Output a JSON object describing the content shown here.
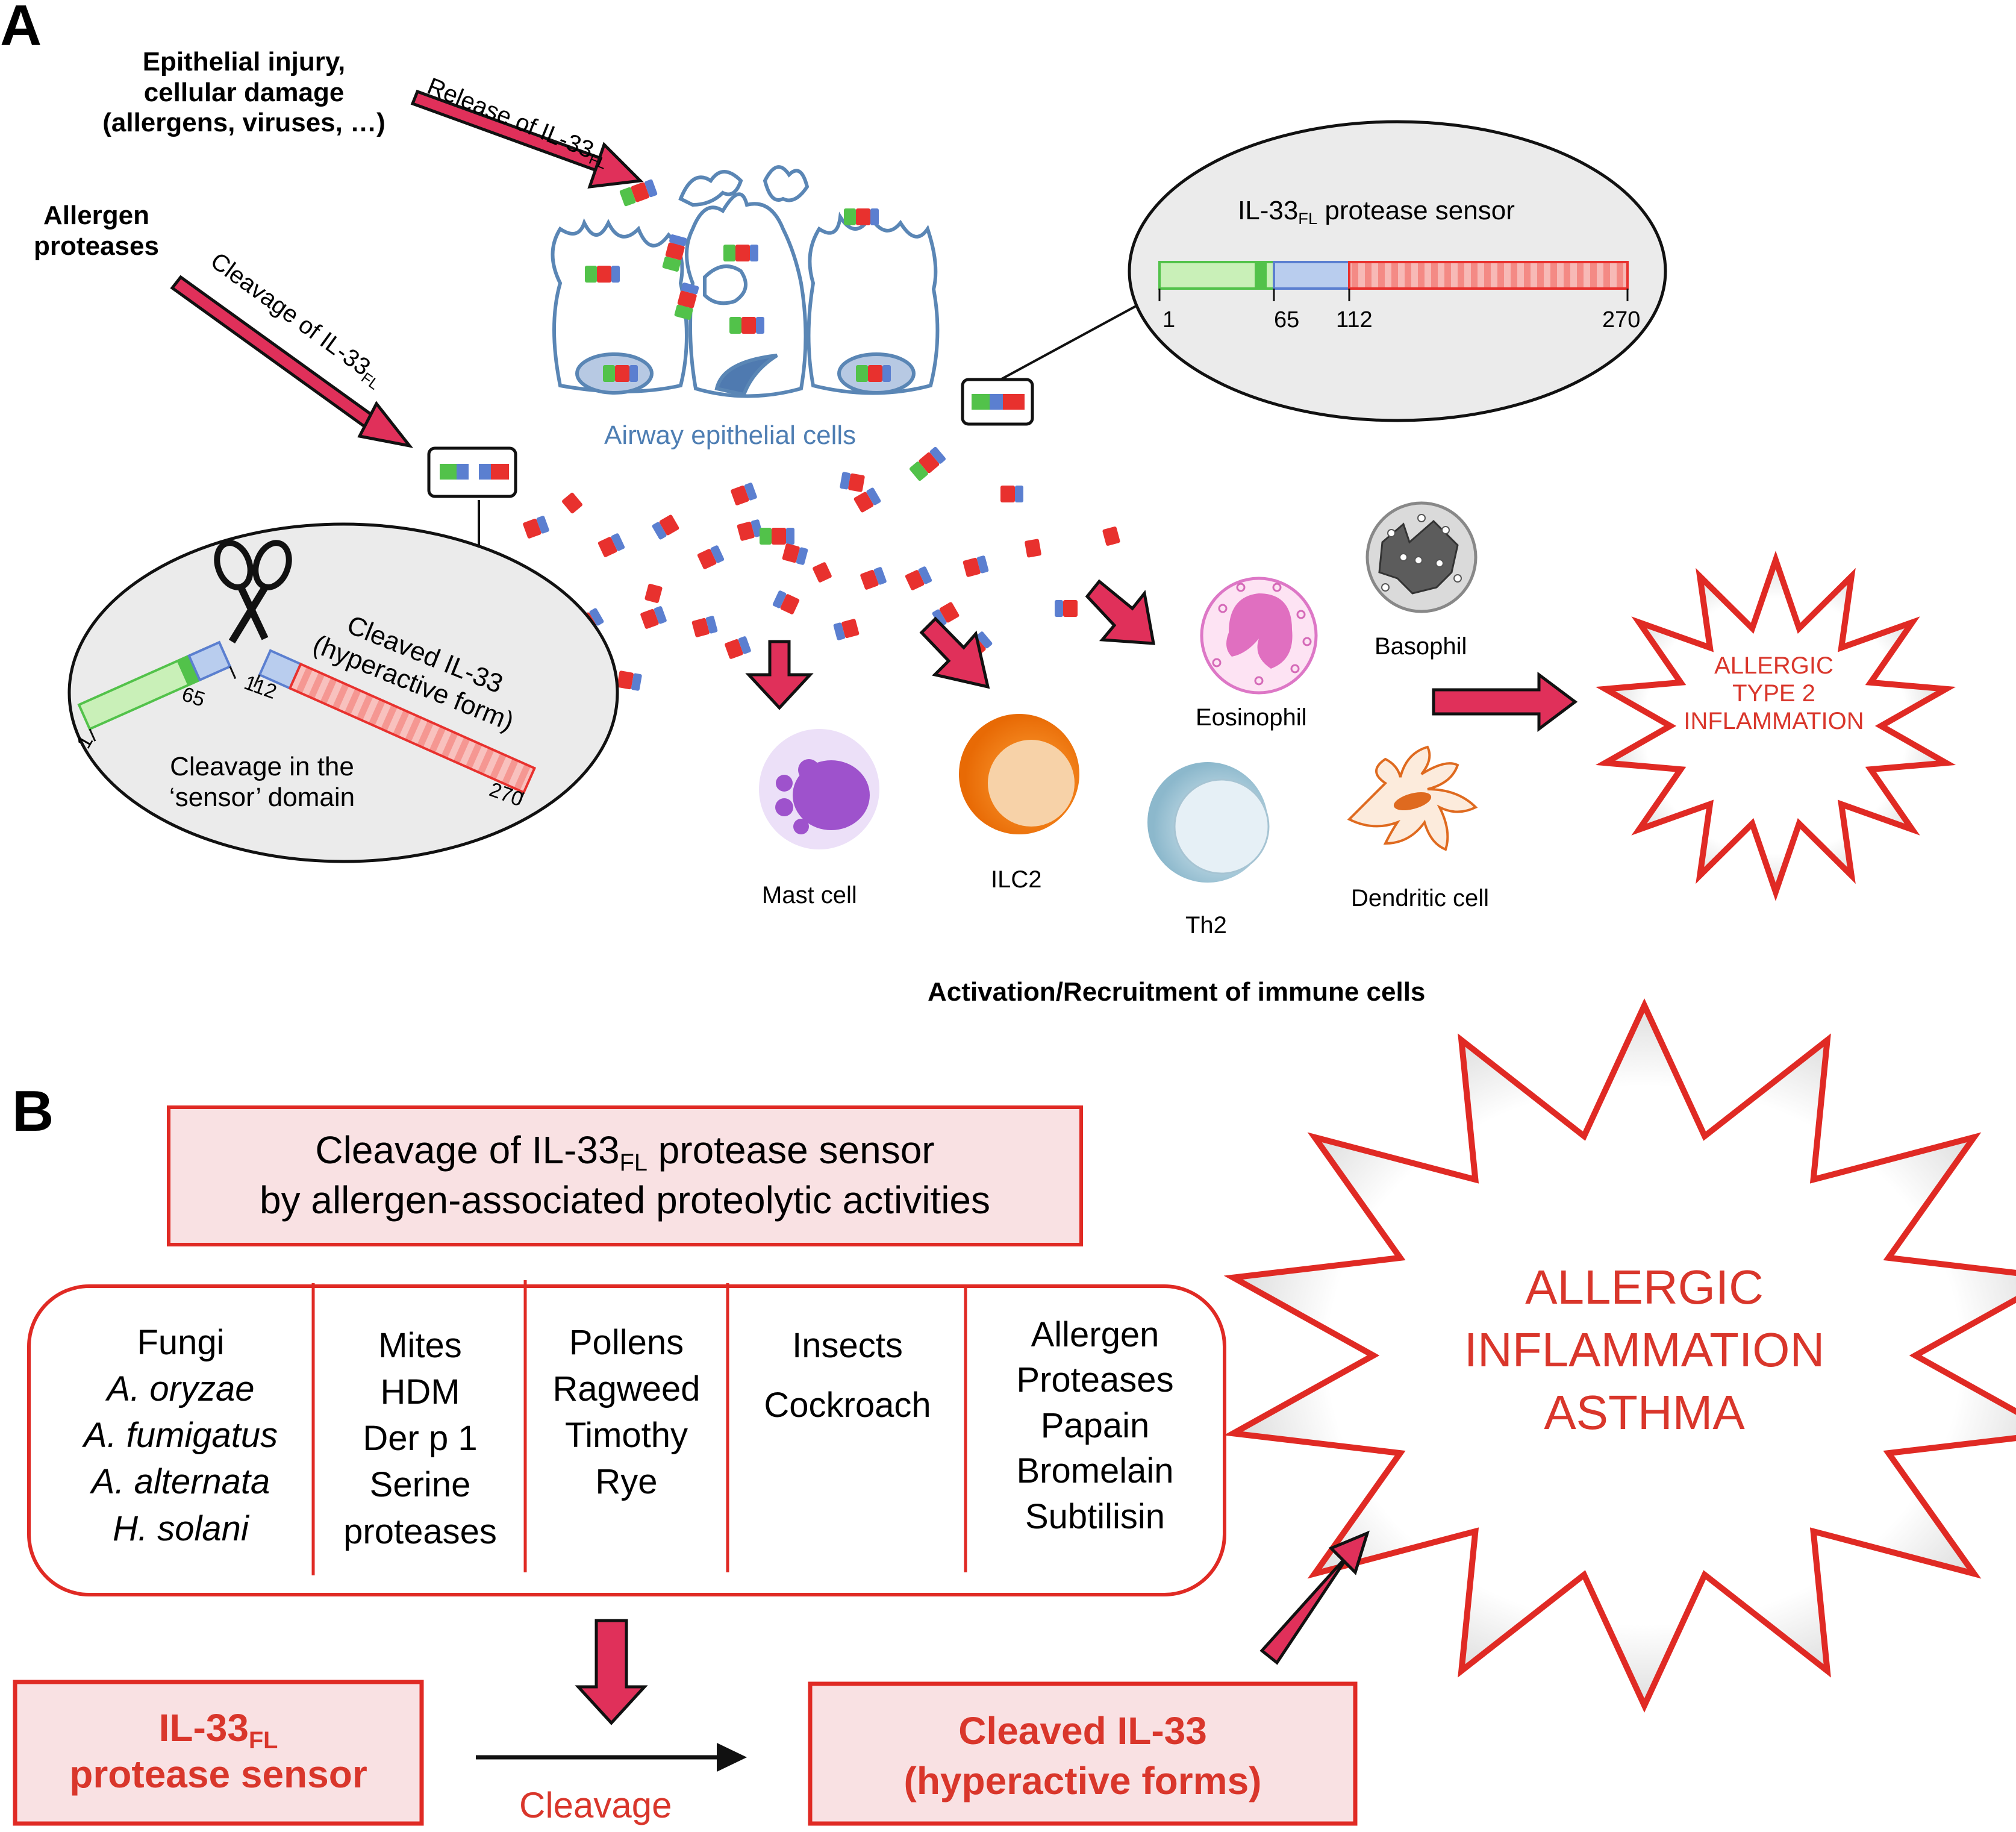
{
  "panel_a": {
    "letter": "A",
    "trigger_injury": [
      "Epithelial injury,",
      "cellular damage",
      "(allergens, viruses, …)"
    ],
    "trigger_proteases": [
      "Allergen",
      "proteases"
    ],
    "release_label": "Release of IL-33",
    "cleavage_label": "Cleavage of IL-33",
    "subscript_fl": "FL",
    "epithelium_label": "Airway epithelial cells",
    "sensor_title": "IL-33",
    "sensor_title_tail": " protease sensor",
    "sensor_numbers": [
      "1",
      "65",
      "112",
      "270"
    ],
    "cleaved_title": [
      "Cleaved IL-33",
      "(hyperactive form)"
    ],
    "cleaved_numbers": [
      "1",
      "65",
      "112",
      "270"
    ],
    "cleaved_note": [
      "Cleavage in the",
      "‘sensor’ domain"
    ],
    "immune_cells": [
      "Mast cell",
      "ILC2",
      "Th2",
      "Eosinophil",
      "Basophil",
      "Dendritic cell"
    ],
    "immune_caption": "Activation/Recruitment of immune cells",
    "outcome": [
      "ALLERGIC",
      "TYPE 2",
      "INFLAMMATION"
    ]
  },
  "panel_b": {
    "letter": "B",
    "header": [
      "Cleavage of IL-33",
      " protease sensor",
      "by allergen-associated proteolytic activities"
    ],
    "subscript_fl": "FL",
    "columns": [
      {
        "head": "Fungi",
        "items": [
          "A. oryzae",
          "A. fumigatus",
          "A. alternata",
          "H. solani"
        ]
      },
      {
        "head": "Mites",
        "items": [
          "HDM",
          "Der p 1",
          "Serine",
          "proteases"
        ]
      },
      {
        "head": "Pollens",
        "items": [
          "Ragweed",
          "Timothy",
          "Rye"
        ]
      },
      {
        "head": "Insects",
        "items": [
          "Cockroach"
        ]
      },
      {
        "head": [
          "Allergen",
          "Proteases"
        ],
        "items": [
          "Papain",
          "Bromelain",
          "Subtilisin"
        ]
      }
    ],
    "left_box": [
      "IL-33",
      "protease sensor"
    ],
    "arrow_label": "Cleavage",
    "right_box": [
      "Cleaved IL-33",
      "(hyperactive forms)"
    ],
    "outcome": [
      "ALLERGIC",
      "INFLAMMATION",
      "ASTHMA"
    ]
  },
  "colors": {
    "accent_red": "#d9362b",
    "arrow_pink": "#e0305a",
    "box_fill": "#f9e1e3",
    "epithelium_blue": "#5a86b5",
    "domain_green": "#52c24a",
    "domain_blue": "#5b7fd0",
    "domain_red": "#e8312e"
  }
}
